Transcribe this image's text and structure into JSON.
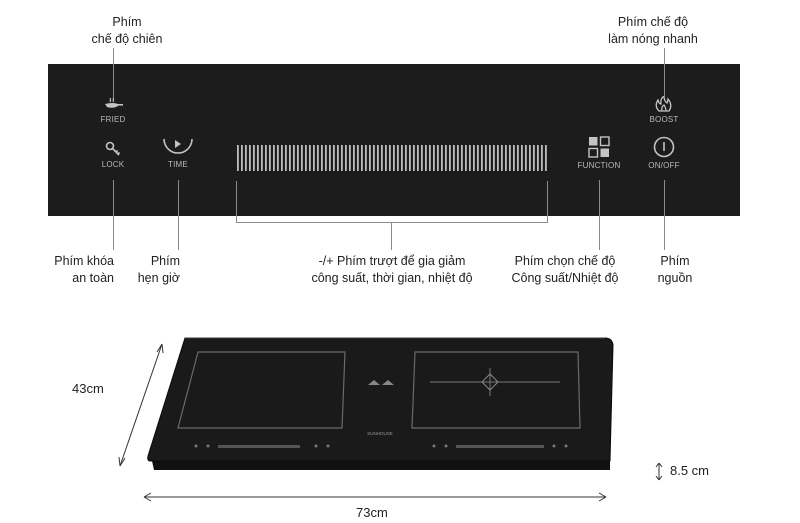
{
  "callouts": {
    "fried_mode": [
      "Phím",
      "chế độ chiên"
    ],
    "boost_mode": [
      "Phím chế độ",
      "làm nóng nhanh"
    ],
    "safety_lock": [
      "Phím khóa",
      "an toàn"
    ],
    "timer": [
      "Phím",
      "hẹn giờ"
    ],
    "slider": [
      "-/+ Phím trượt để gia giảm",
      "công suất, thời gian, nhiệt độ"
    ],
    "function_select": [
      "Phím chọn chế độ",
      "Công suất/Nhiệt độ"
    ],
    "power": [
      "Phím",
      "nguồn"
    ]
  },
  "panel": {
    "fried_label": "FRIED",
    "lock_label": "LOCK",
    "time_label": "TIME",
    "function_label": "FUNCTION",
    "boost_label": "BOOST",
    "onoff_label": "ON/OFF"
  },
  "dimensions": {
    "depth": "43cm",
    "width": "73cm",
    "height": "8.5 cm"
  },
  "hob": {
    "brand": "SUNHOUSE"
  },
  "colors": {
    "panel": "#1c1c1c",
    "icon": "#c4c4c4",
    "leader": "#8a8a8a"
  }
}
